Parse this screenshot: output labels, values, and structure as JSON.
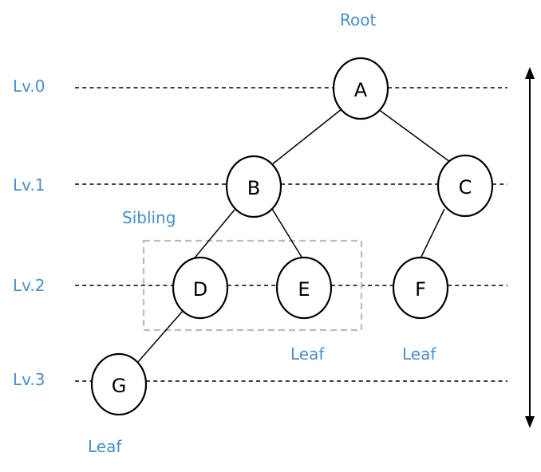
{
  "colors": {
    "label_blue": "#4a8fc7",
    "line": "#000000",
    "group_box": "#bdbdbd"
  },
  "levels": [
    "Lv.0",
    "Lv.1",
    "Lv.2",
    "Lv.3"
  ],
  "nodes": [
    "A",
    "B",
    "C",
    "D",
    "E",
    "F",
    "G"
  ],
  "edges": [
    [
      "A",
      "B"
    ],
    [
      "A",
      "C"
    ],
    [
      "B",
      "D"
    ],
    [
      "B",
      "E"
    ],
    [
      "C",
      "F"
    ],
    [
      "D",
      "G"
    ]
  ],
  "annotations": {
    "root": "Root",
    "sibling": "Sibling",
    "leaf_e": "Leaf",
    "leaf_f": "Leaf",
    "leaf_g": "Leaf"
  }
}
